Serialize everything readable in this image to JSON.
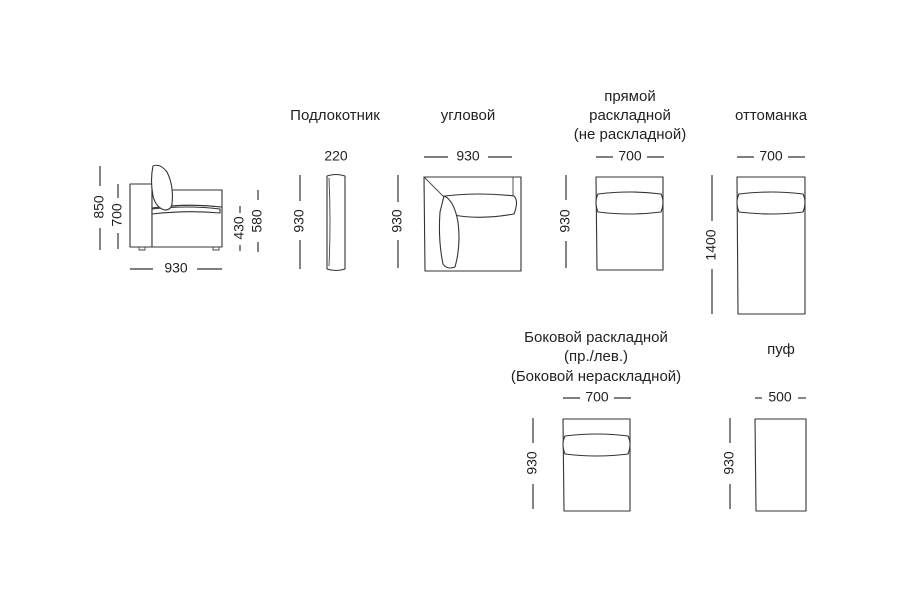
{
  "labels": {
    "armrest": "Подлокотник",
    "corner": "угловой",
    "straight_1": "прямой",
    "straight_2": "раскладной",
    "straight_3": "(не раскладной)",
    "ottoman": "оттоманка",
    "side_1": "Боковой раскладной",
    "side_2": "(пр./лев.)",
    "side_3": "(Боковой нераскладной)",
    "pouf": "пуф"
  },
  "dimensions": {
    "side_height_total": "850",
    "side_height_back": "700",
    "side_seat_height": "430",
    "side_arm_height": "580",
    "side_depth": "930",
    "armrest_width": "220",
    "armrest_depth": "930",
    "corner_width": "930",
    "corner_depth": "930",
    "straight_width": "700",
    "straight_depth": "930",
    "ottoman_width": "700",
    "ottoman_depth": "1400",
    "side_module_width": "700",
    "side_module_depth": "930",
    "pouf_width": "500",
    "pouf_depth": "930"
  },
  "colors": {
    "line": "#333333",
    "background": "#ffffff"
  }
}
